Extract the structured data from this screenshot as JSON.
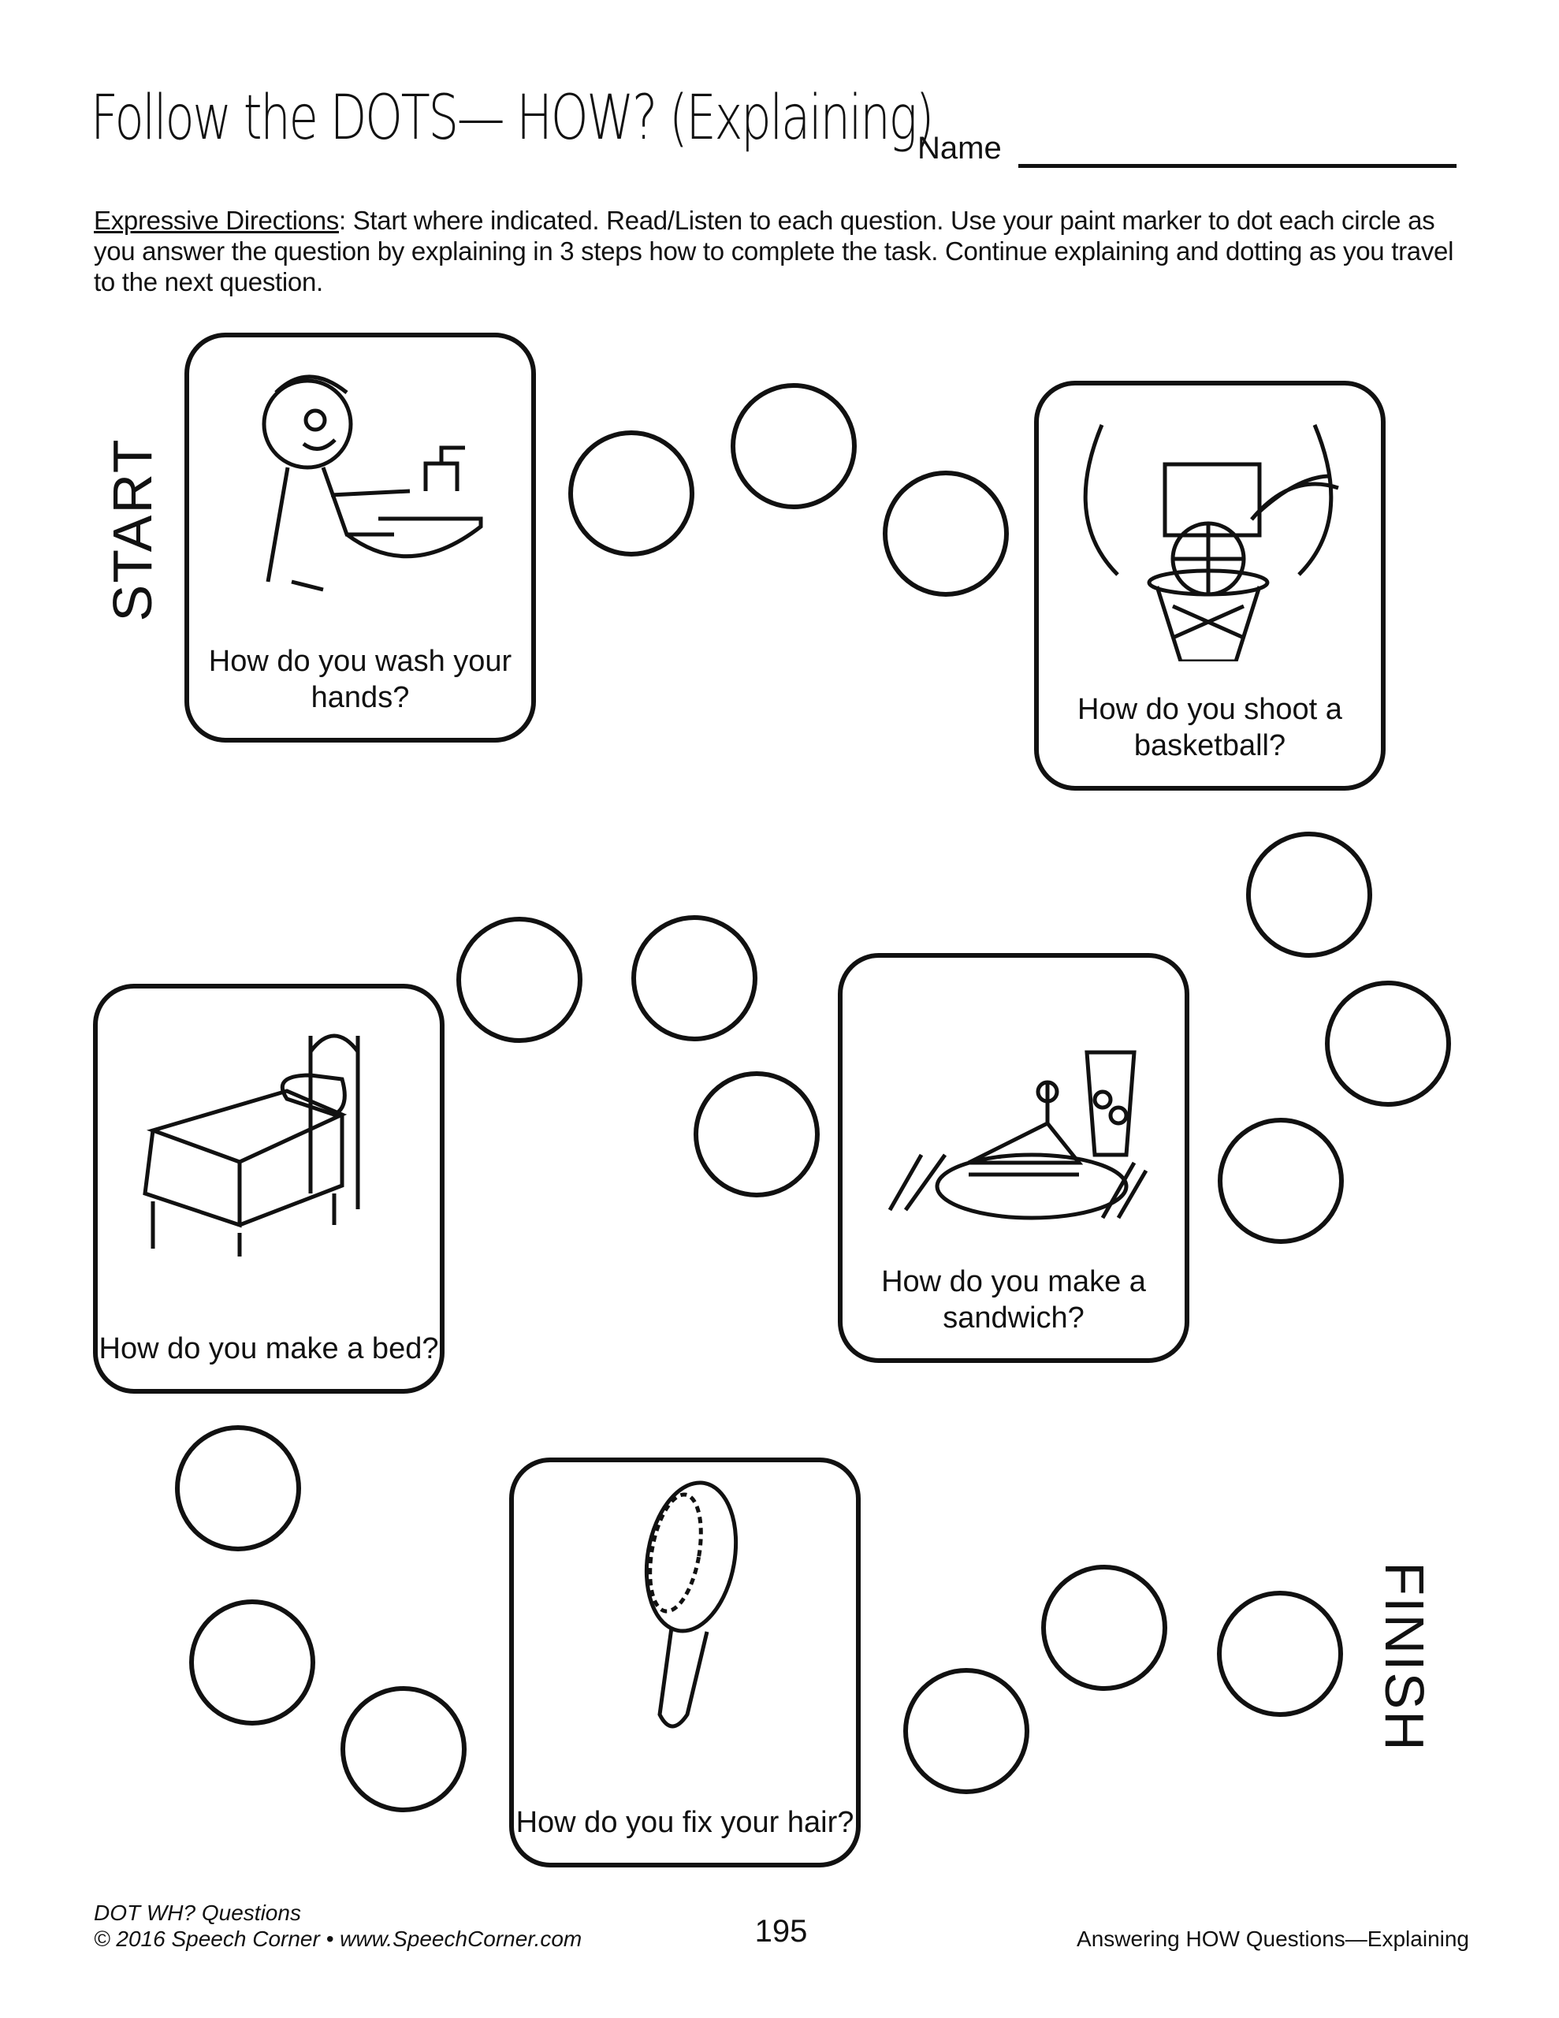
{
  "header": {
    "title": "Follow the DOTS— HOW? (Explaining)",
    "name_label": "Name"
  },
  "directions": {
    "label": "Expressive Directions",
    "text": ":  Start where indicated. Read/Listen to each question. Use your paint marker to dot each circle as you answer the question by explaining in 3 steps how to complete the task. Continue explaining and dotting as you travel to the next question."
  },
  "board": {
    "start_label": "START",
    "finish_label": "FINISH",
    "cards": [
      {
        "question": "How do you wash your hands?",
        "icon": "boy-washing-hands-icon"
      },
      {
        "question": "How do you shoot a basketball?",
        "icon": "basketball-hoop-icon"
      },
      {
        "question": "How do you make a bed?",
        "icon": "bed-icon"
      },
      {
        "question": "How do you make a sandwich?",
        "icon": "sandwich-meal-icon"
      },
      {
        "question": "How do you fix your hair?",
        "icon": "hairbrush-icon"
      }
    ],
    "dot_count": 15
  },
  "footer": {
    "book": "DOT WH? Questions",
    "copyright": "© 2016 Speech Corner • www.SpeechCorner.com",
    "page_number": "195",
    "section": "Answering HOW Questions—Explaining"
  }
}
